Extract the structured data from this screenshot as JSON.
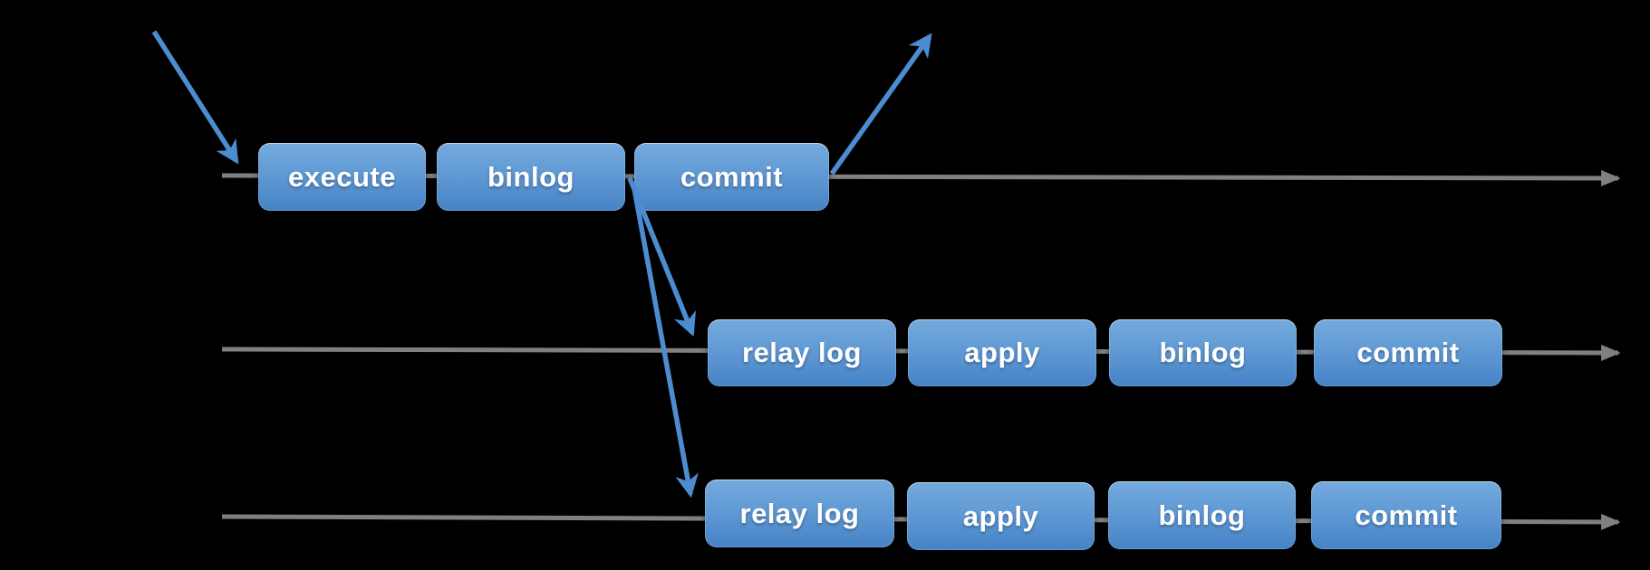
{
  "colors": {
    "background": "#000000",
    "timeline": "#808080",
    "arrow": "#4C8DD1",
    "nodeTop": "#74AADD",
    "nodeMid": "#5E97D3",
    "nodeBottom": "#4583C6",
    "nodeText": "#FFFFFF"
  },
  "nodes": {
    "row1": [
      "execute",
      "binlog",
      "commit"
    ],
    "row2": [
      "relay log",
      "apply",
      "binlog",
      "commit"
    ],
    "row3": [
      "relay log",
      "apply",
      "binlog",
      "commit"
    ]
  }
}
